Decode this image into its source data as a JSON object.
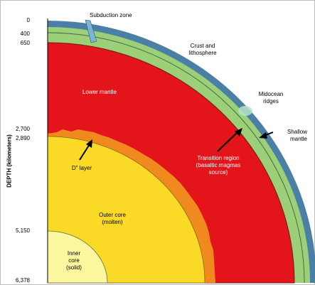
{
  "depth_axis": {
    "title": "DEPTH (kilometers)",
    "ticks": [
      "0",
      "400",
      "650",
      "2,700",
      "2,890",
      "5,150",
      "6,378"
    ]
  },
  "labels": {
    "subduction_zone": "Subduction zone",
    "crust_line1": "Crust and",
    "crust_line2": "lithosphere",
    "midocean_line1": "Midocean",
    "midocean_line2": "ridges",
    "shallow_line1": "Shallow",
    "shallow_line2": "mantle",
    "lower_mantle": "Lower mantle",
    "d_layer": "D\" layer",
    "transition_line1": "Transition region",
    "transition_line2": "(basaltic magmas",
    "transition_line3": "source)",
    "outer_core_line1": "Outer core",
    "outer_core_line2": "(molten)",
    "inner_core_line1": "Inner",
    "inner_core_line2": "core",
    "inner_core_line3": "(solid)"
  },
  "colors": {
    "crust": "#4a7fa6",
    "shallow_mantle": "#9ccf78",
    "lower_mantle": "#e3151b",
    "d_layer": "#f08a1e",
    "outer_core": "#fbd927",
    "inner_core": "#fdf8a0"
  }
}
